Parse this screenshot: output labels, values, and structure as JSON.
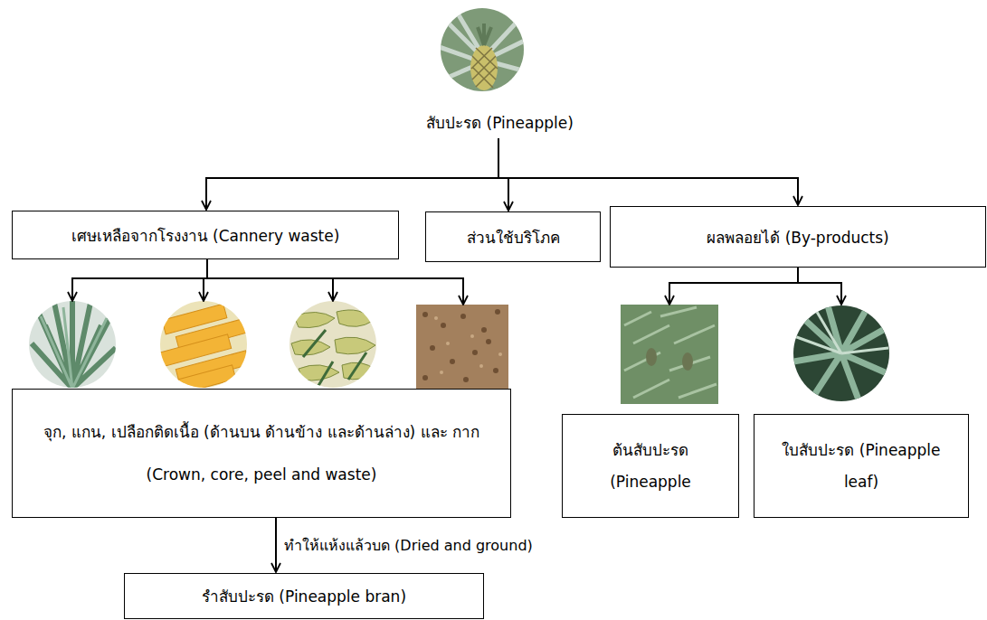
{
  "diagram": {
    "nodes": [
      {
        "text": [
          "สับปะรด (Pineapple)"
        ]
      },
      {
        "text": [
          "เศษเหลือจากโรงงาน (Cannery waste)"
        ]
      },
      {
        "text": [
          "ส่วนใช้บริโภค"
        ]
      },
      {
        "text": [
          "ผลพลอยได้ (By-products)"
        ]
      },
      {
        "text": [
          "จุก, แกน, เปลือกติดเนื้อ (ด้านบน ด้านข้าง และด้านล่าง) และ กาก (Crown, core, peel and waste)"
        ]
      },
      {
        "text": [
          "ต้นสับปะรด (Pineapple"
        ]
      },
      {
        "text": [
          "ใบสับปะรด (Pineapple leaf)"
        ]
      },
      {
        "text": [
          "รำสับปะรด (Pineapple bran)"
        ]
      }
    ],
    "edges": [
      {
        "from": 0,
        "to": 1,
        "arrow": "to"
      },
      {
        "from": 0,
        "to": 2,
        "arrow": "to"
      },
      {
        "from": 0,
        "to": 3,
        "arrow": "to"
      },
      {
        "from": 1,
        "to": 4,
        "arrow": "to"
      },
      {
        "from": 3,
        "to": 5,
        "arrow": "to"
      },
      {
        "from": 3,
        "to": 6,
        "arrow": "to"
      },
      {
        "from": 4,
        "to": 7,
        "arrow": "to",
        "label": "ทำให้แห้งแล้วบด (Dried and ground)"
      }
    ]
  }
}
